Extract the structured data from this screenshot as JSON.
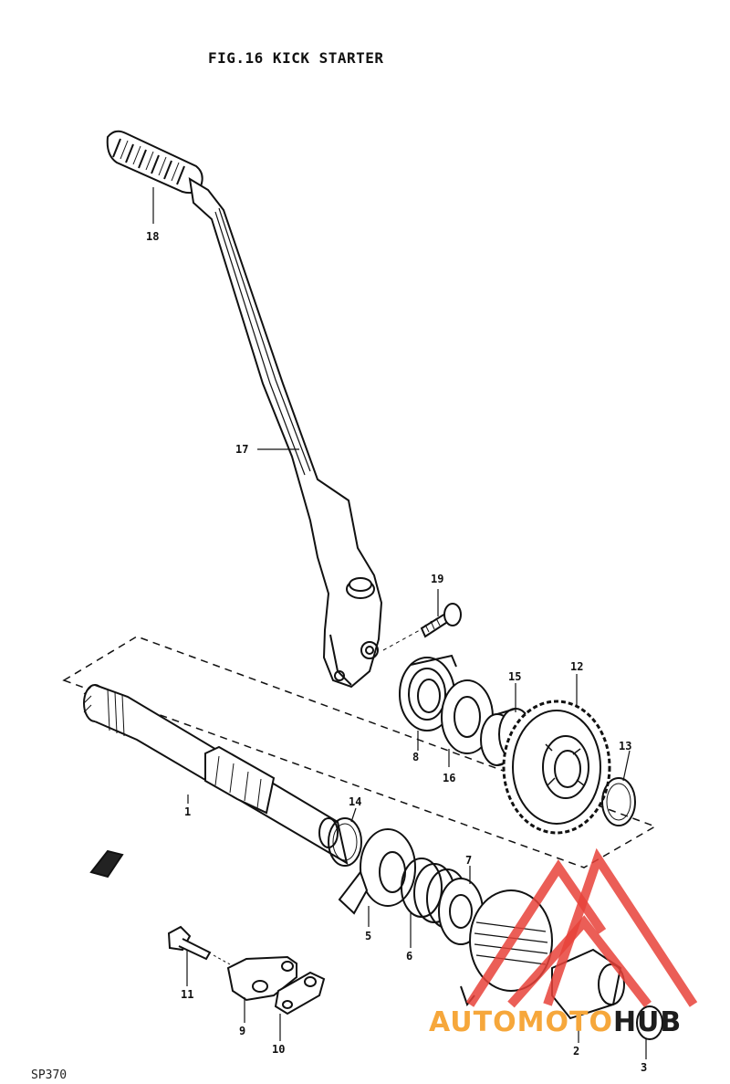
{
  "figure": {
    "title": "FIG.16  KICK STARTER",
    "code": "SP370"
  },
  "callouts": [
    "1",
    "2",
    "3",
    "5",
    "6",
    "7",
    "8",
    "9",
    "10",
    "11",
    "12",
    "13",
    "14",
    "15",
    "16",
    "17",
    "18",
    "19"
  ],
  "watermark": {
    "text_part1": "AUTOMOTO",
    "text_part2": "HUB",
    "color_red": "#e8423a",
    "color_orange": "#f6a73b",
    "color_dark": "#1d1d1d"
  }
}
